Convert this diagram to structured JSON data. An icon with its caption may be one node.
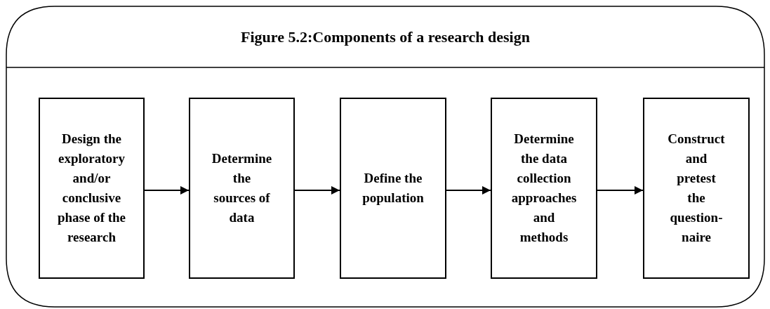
{
  "diagram": {
    "nodes": [
      {
        "text": [
          "Figure 5.2:Components of a research design"
        ]
      },
      {
        "text": [
          "Design the exploratory and/or conclusive phase of the research"
        ],
        "in": 0
      },
      {
        "text": [
          "Determine the sources of data"
        ],
        "in": 0
      },
      {
        "text": [
          "Define the population"
        ],
        "in": 0
      },
      {
        "text": [
          "Determine the data collection approaches and methods"
        ],
        "in": 0
      },
      {
        "text": [
          "Construct and pretest the question-naire"
        ],
        "in": 0
      }
    ],
    "edges": [
      {
        "from": 1,
        "to": 2,
        "arrow": "to"
      },
      {
        "from": 2,
        "to": 3,
        "arrow": "to"
      },
      {
        "from": 3,
        "to": 4,
        "arrow": "to"
      },
      {
        "from": 4,
        "to": 5,
        "arrow": "to"
      }
    ]
  }
}
